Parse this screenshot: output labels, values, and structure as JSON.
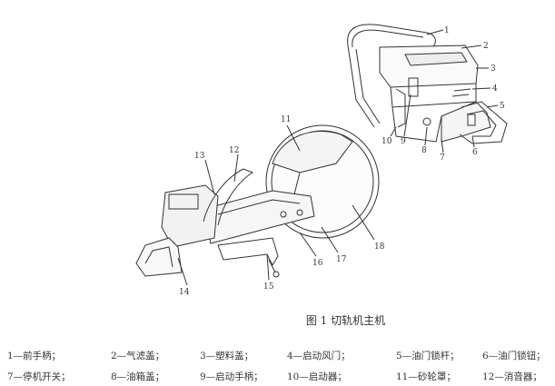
{
  "figure": {
    "caption": "图 1  切轨机主机",
    "callouts": [
      "1",
      "2",
      "3",
      "4",
      "5",
      "6",
      "7",
      "8",
      "9",
      "10",
      "11",
      "12",
      "13",
      "14",
      "15",
      "16",
      "17",
      "18"
    ]
  },
  "legend": {
    "row1": [
      "1—前手柄；",
      "2—气滤盖；",
      "3—塑料盖；",
      "4—启动风门；",
      "5—油门锁杆；",
      "6—油门锁钮；"
    ],
    "row2": [
      "7—停机开关；",
      "8—油箱盖；",
      "9—启动手柄；",
      "10—启动器；",
      "11—砂轮罩；",
      "12—消音器；"
    ]
  }
}
